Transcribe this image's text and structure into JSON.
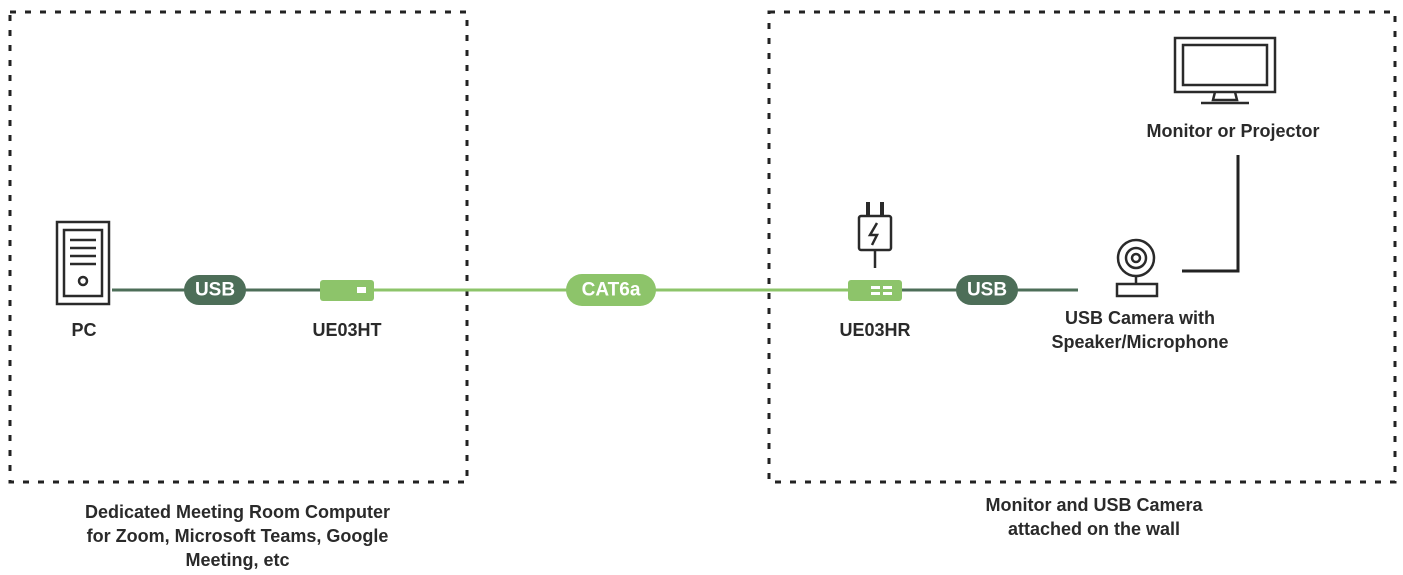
{
  "labels": {
    "pc": "PC",
    "transmitter": "UE03HT",
    "receiver": "UE03HR",
    "monitor": "Monitor or Projector",
    "camera_line1": "USB Camera with",
    "camera_line2": "Speaker/Microphone"
  },
  "connectors": {
    "usb_left": "USB",
    "cat6a": "CAT6a",
    "usb_right": "USB"
  },
  "captions": {
    "left_line1": "Dedicated Meeting Room Computer",
    "left_line2": "for Zoom, Microsoft Teams, Google",
    "left_line3": "Meeting, etc",
    "right_line1": "Monitor and USB Camera",
    "right_line2": "attached on the wall"
  },
  "colors": {
    "usb_pill": "#4d6e58",
    "cat_pill": "#8dc46a",
    "line_dark": "#4d6e58",
    "line_light": "#8dc46a"
  },
  "icons": [
    "pc-tower-icon",
    "power-adapter-icon",
    "webcam-icon",
    "monitor-icon"
  ]
}
